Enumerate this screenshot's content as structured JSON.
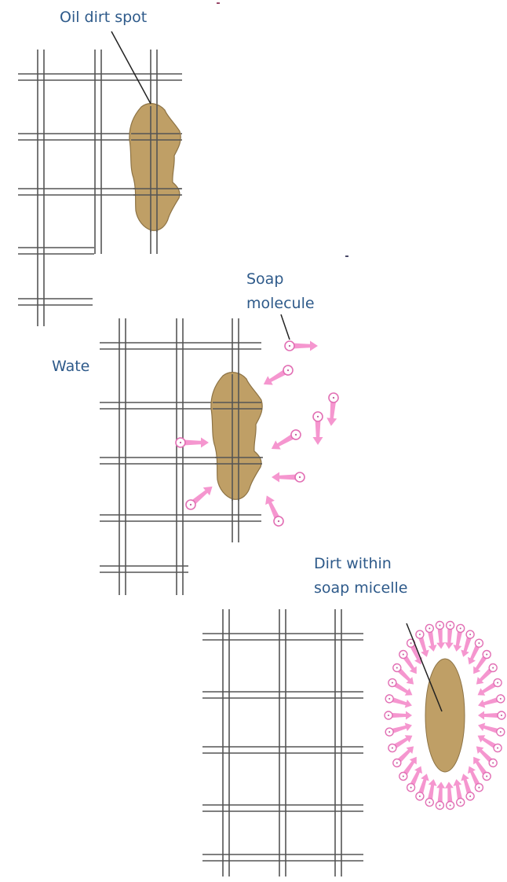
{
  "labels": {
    "oil_dirt_spot": "Oil dirt spot",
    "soap_line1": "Soap",
    "soap_line2": "molecule",
    "water": "Wate",
    "micelle_line1": "Dirt within",
    "micelle_line2": "soap micelle"
  },
  "colors": {
    "dirt": "#bf9f66",
    "dirt_stroke": "#8d7345",
    "soap": "#f596cf",
    "soap_head_stroke": "#e26fb4",
    "thread": "#555555",
    "label": "#2e5a8a",
    "pointer": "#222222"
  }
}
